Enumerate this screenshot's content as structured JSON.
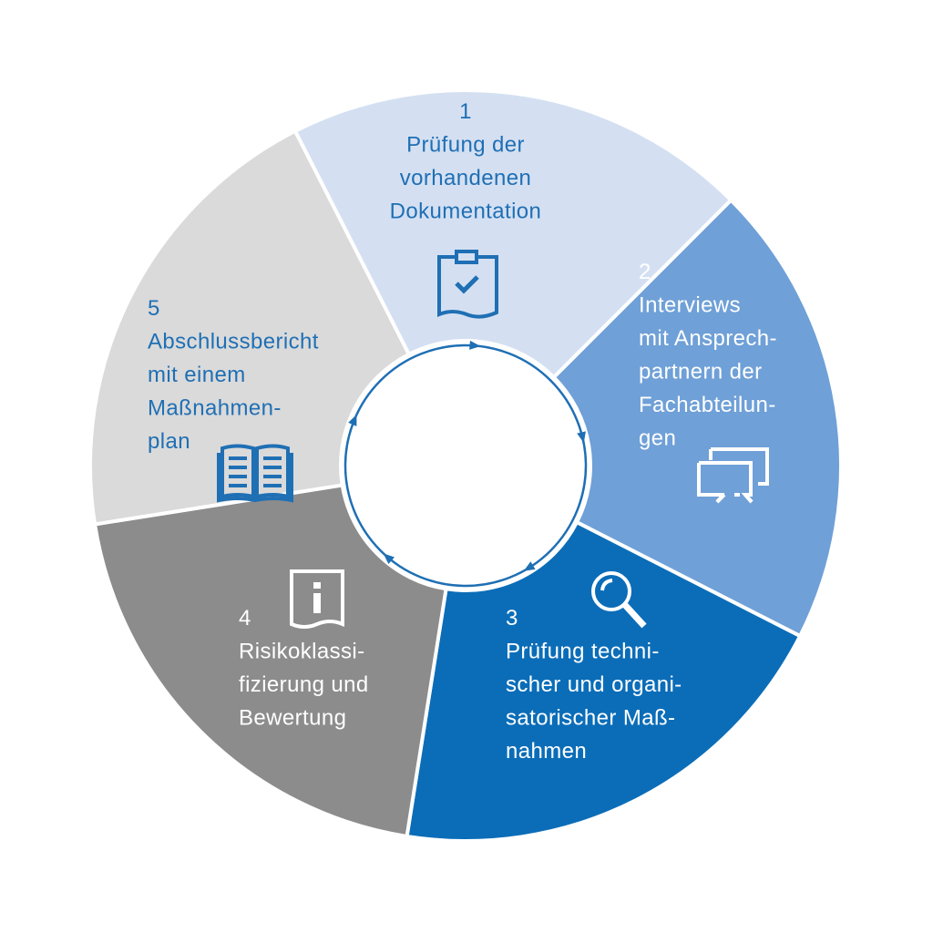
{
  "segments": [
    {
      "number": "1",
      "lines": [
        "Prüfung der",
        "vorhandenen",
        "Dokumentation"
      ],
      "icon": "clipboard-check-icon",
      "fill": "#d4e0f2",
      "ink": "#1f6fb4"
    },
    {
      "number": "2",
      "lines": [
        "Interviews",
        "mit Ansprech-",
        "partnern der",
        "Fachabteilun-",
        "gen"
      ],
      "icon": "speech-bubbles-icon",
      "fill": "#6fa0d7",
      "ink": "#ffffff"
    },
    {
      "number": "3",
      "lines": [
        "Prüfung techni-",
        "scher und organi-",
        "satorischer Maß-",
        "nahmen"
      ],
      "icon": "magnifier-icon",
      "fill": "#0b6db8",
      "ink": "#ffffff"
    },
    {
      "number": "4",
      "lines": [
        "Risikoklassi-",
        "fizierung und",
        "Bewertung"
      ],
      "icon": "info-document-icon",
      "fill": "#8c8c8c",
      "ink": "#ffffff"
    },
    {
      "number": "5",
      "lines": [
        "Abschlussbericht",
        "mit einem",
        "Maßnahmen-",
        "plan"
      ],
      "icon": "open-book-icon",
      "fill": "#dadada",
      "ink": "#1f6fb4"
    }
  ],
  "colors": {
    "cycle_line": "#1f6fb4",
    "separator": "#ffffff",
    "center": "#ffffff"
  }
}
